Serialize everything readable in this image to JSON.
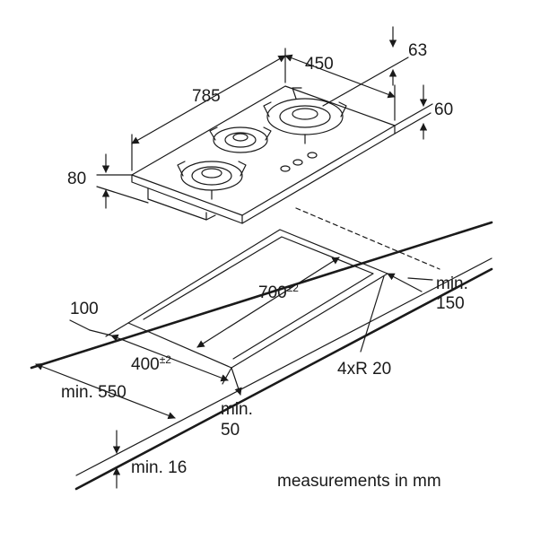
{
  "dimensions": {
    "hob_length": "785",
    "hob_depth": "450",
    "top_offset": "63",
    "side_offset": "60",
    "hob_height": "80",
    "counter_front": "100",
    "cutout_length": "700",
    "cutout_length_tol": "±2",
    "cutout_width": "400",
    "cutout_width_tol": "±2",
    "corner_radius": "4xR 20",
    "min_rear_prefix": "min.",
    "min_rear_value": "150",
    "min_front": "min. 550",
    "min_side_prefix": "min.",
    "min_side_value": "50",
    "min_thickness": "min. 16"
  },
  "footer": {
    "units_note": "measurements in mm"
  },
  "colors": {
    "line": "#1a1a1a",
    "background": "#ffffff"
  }
}
